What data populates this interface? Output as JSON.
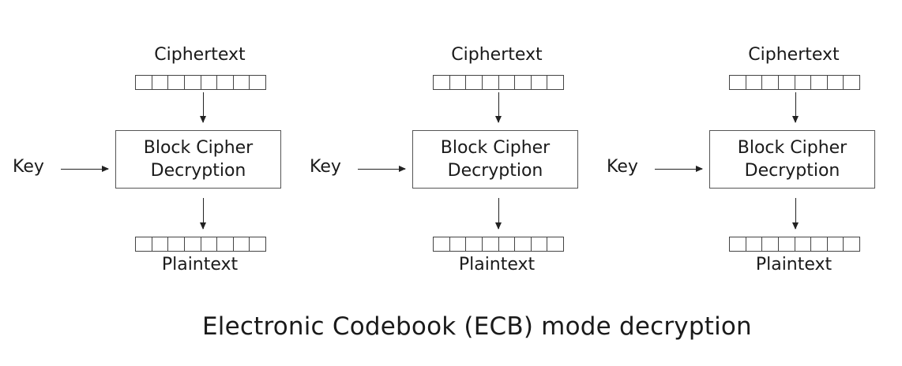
{
  "title": "Electronic Codebook (ECB) mode decryption",
  "stages": [
    {
      "input_label": "Ciphertext",
      "box_line1": "Block Cipher",
      "box_line2": "Decryption",
      "key_label": "Key",
      "output_label": "Plaintext",
      "block_cells": 8
    },
    {
      "input_label": "Ciphertext",
      "box_line1": "Block Cipher",
      "box_line2": "Decryption",
      "key_label": "Key",
      "output_label": "Plaintext",
      "block_cells": 8
    },
    {
      "input_label": "Ciphertext",
      "box_line1": "Block Cipher",
      "box_line2": "Decryption",
      "key_label": "Key",
      "output_label": "Plaintext",
      "block_cells": 8
    }
  ]
}
